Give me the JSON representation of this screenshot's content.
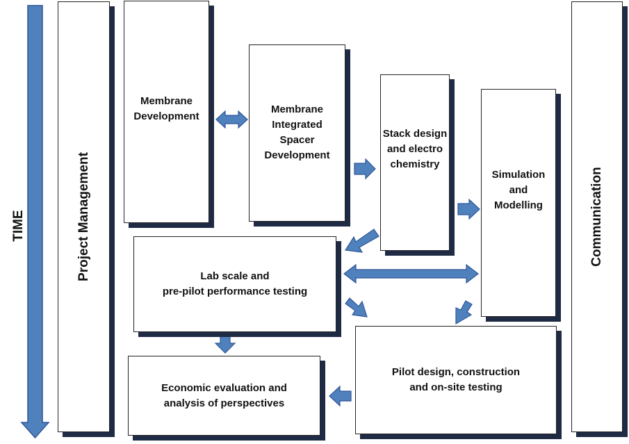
{
  "time_label": "TIME",
  "boxes": {
    "project_management": "Project Management",
    "membrane_development": "Membrane\nDevelopment",
    "membrane_integrated_spacer": "Membrane\nIntegrated\nSpacer\nDevelopment",
    "stack_design": "Stack design\nand electro\nchemistry",
    "simulation": "Simulation\nand\nModelling",
    "communication": "Communication",
    "lab_scale": "Lab scale and\npre-pilot performance testing",
    "pilot_design": "Pilot design, construction\nand on-site testing",
    "economic_evaluation": "Economic evaluation and\nanalysis of perspectives"
  },
  "colors": {
    "arrow_fill": "#4f81bd",
    "arrow_stroke": "#2f5597",
    "shadow": "#1f2a44"
  }
}
